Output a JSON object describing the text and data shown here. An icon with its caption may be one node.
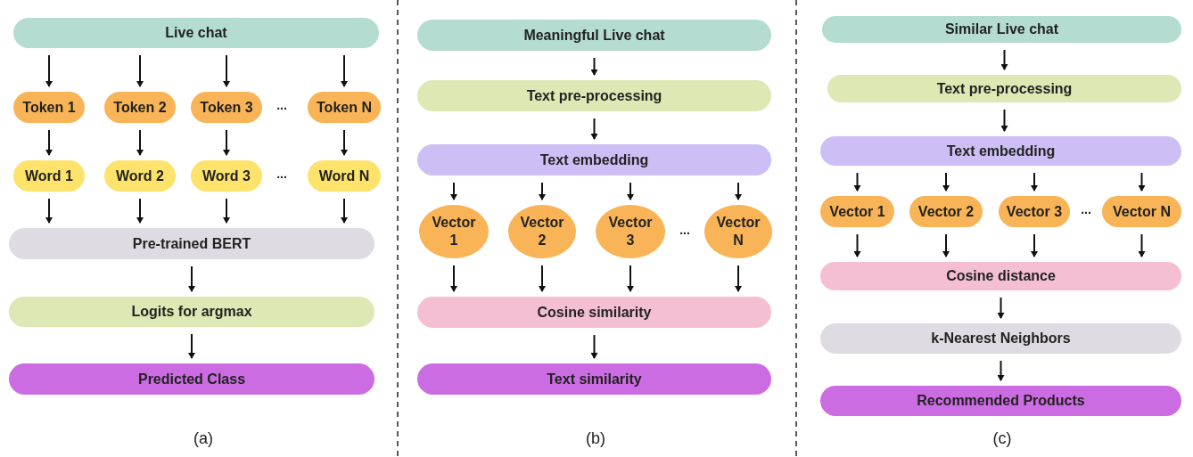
{
  "diagram": {
    "nodes": [
      {
        "text": [
          "Live chat"
        ]
      },
      {
        "text": [
          "Token 1"
        ]
      },
      {
        "text": [
          "Token 2"
        ]
      },
      {
        "text": [
          "Token 3"
        ]
      },
      {
        "text": [
          "Token N"
        ]
      },
      {
        "text": [
          "Word 1"
        ]
      },
      {
        "text": [
          "Word 2"
        ]
      },
      {
        "text": [
          "Word 3"
        ]
      },
      {
        "text": [
          "Word N"
        ]
      },
      {
        "text": [
          "Pre-trained BERT"
        ]
      },
      {
        "text": [
          "Logits for argmax"
        ]
      },
      {
        "text": [
          "Predicted Class"
        ]
      },
      {
        "text": [
          "Meaningful Live chat"
        ]
      },
      {
        "text": [
          "Text pre-processing"
        ]
      },
      {
        "text": [
          "Text embedding"
        ]
      },
      {
        "text": [
          "Vector 1"
        ]
      },
      {
        "text": [
          "Vector 2"
        ]
      },
      {
        "text": [
          "Vector 3"
        ]
      },
      {
        "text": [
          "Vector N"
        ]
      },
      {
        "text": [
          "Cosine similarity"
        ]
      },
      {
        "text": [
          "Text similarity"
        ]
      },
      {
        "text": [
          "Similar Live chat"
        ]
      },
      {
        "text": [
          "Text pre-processing"
        ]
      },
      {
        "text": [
          "Text embedding"
        ]
      },
      {
        "text": [
          "Vector 1"
        ]
      },
      {
        "text": [
          "Vector 2"
        ]
      },
      {
        "text": [
          "Vector 3"
        ]
      },
      {
        "text": [
          "Vector N"
        ]
      },
      {
        "text": [
          "Cosine distance"
        ]
      },
      {
        "text": [
          "k-Nearest Neighbors"
        ]
      },
      {
        "text": [
          "Recommended Products"
        ]
      }
    ],
    "edges": [
      {
        "from": 0,
        "to": 1,
        "arrow": "to"
      },
      {
        "from": 0,
        "to": 2,
        "arrow": "to"
      },
      {
        "from": 0,
        "to": 3,
        "arrow": "to"
      },
      {
        "from": 0,
        "to": 4,
        "arrow": "to"
      },
      {
        "from": 1,
        "to": 5,
        "arrow": "to"
      },
      {
        "from": 2,
        "to": 6,
        "arrow": "to"
      },
      {
        "from": 3,
        "to": 7,
        "arrow": "to"
      },
      {
        "from": 4,
        "to": 8,
        "arrow": "to"
      },
      {
        "from": 5,
        "to": 9,
        "arrow": "to"
      },
      {
        "from": 6,
        "to": 9,
        "arrow": "to"
      },
      {
        "from": 7,
        "to": 9,
        "arrow": "to"
      },
      {
        "from": 8,
        "to": 9,
        "arrow": "to"
      },
      {
        "from": 9,
        "to": 10,
        "arrow": "to"
      },
      {
        "from": 10,
        "to": 11,
        "arrow": "to"
      },
      {
        "from": 12,
        "to": 13,
        "arrow": "to"
      },
      {
        "from": 13,
        "to": 14,
        "arrow": "to"
      },
      {
        "from": 14,
        "to": 15,
        "arrow": "to"
      },
      {
        "from": 14,
        "to": 16,
        "arrow": "to"
      },
      {
        "from": 14,
        "to": 17,
        "arrow": "to"
      },
      {
        "from": 14,
        "to": 18,
        "arrow": "to"
      },
      {
        "from": 15,
        "to": 19,
        "arrow": "to"
      },
      {
        "from": 16,
        "to": 19,
        "arrow": "to"
      },
      {
        "from": 17,
        "to": 19,
        "arrow": "to"
      },
      {
        "from": 18,
        "to": 19,
        "arrow": "to"
      },
      {
        "from": 19,
        "to": 20,
        "arrow": "to"
      },
      {
        "from": 21,
        "to": 22,
        "arrow": "to"
      },
      {
        "from": 22,
        "to": 23,
        "arrow": "to"
      },
      {
        "from": 23,
        "to": 24,
        "arrow": "to"
      },
      {
        "from": 23,
        "to": 25,
        "arrow": "to"
      },
      {
        "from": 23,
        "to": 26,
        "arrow": "to"
      },
      {
        "from": 23,
        "to": 27,
        "arrow": "to"
      },
      {
        "from": 24,
        "to": 28,
        "arrow": "to"
      },
      {
        "from": 25,
        "to": 28,
        "arrow": "to"
      },
      {
        "from": 26,
        "to": 28,
        "arrow": "to"
      },
      {
        "from": 27,
        "to": 28,
        "arrow": "to"
      },
      {
        "from": 28,
        "to": 29,
        "arrow": "to"
      },
      {
        "from": 29,
        "to": 30,
        "arrow": "to"
      }
    ],
    "labels": [
      "...",
      "...",
      "...",
      "...",
      "(a)",
      "(b)",
      "(c)"
    ]
  }
}
